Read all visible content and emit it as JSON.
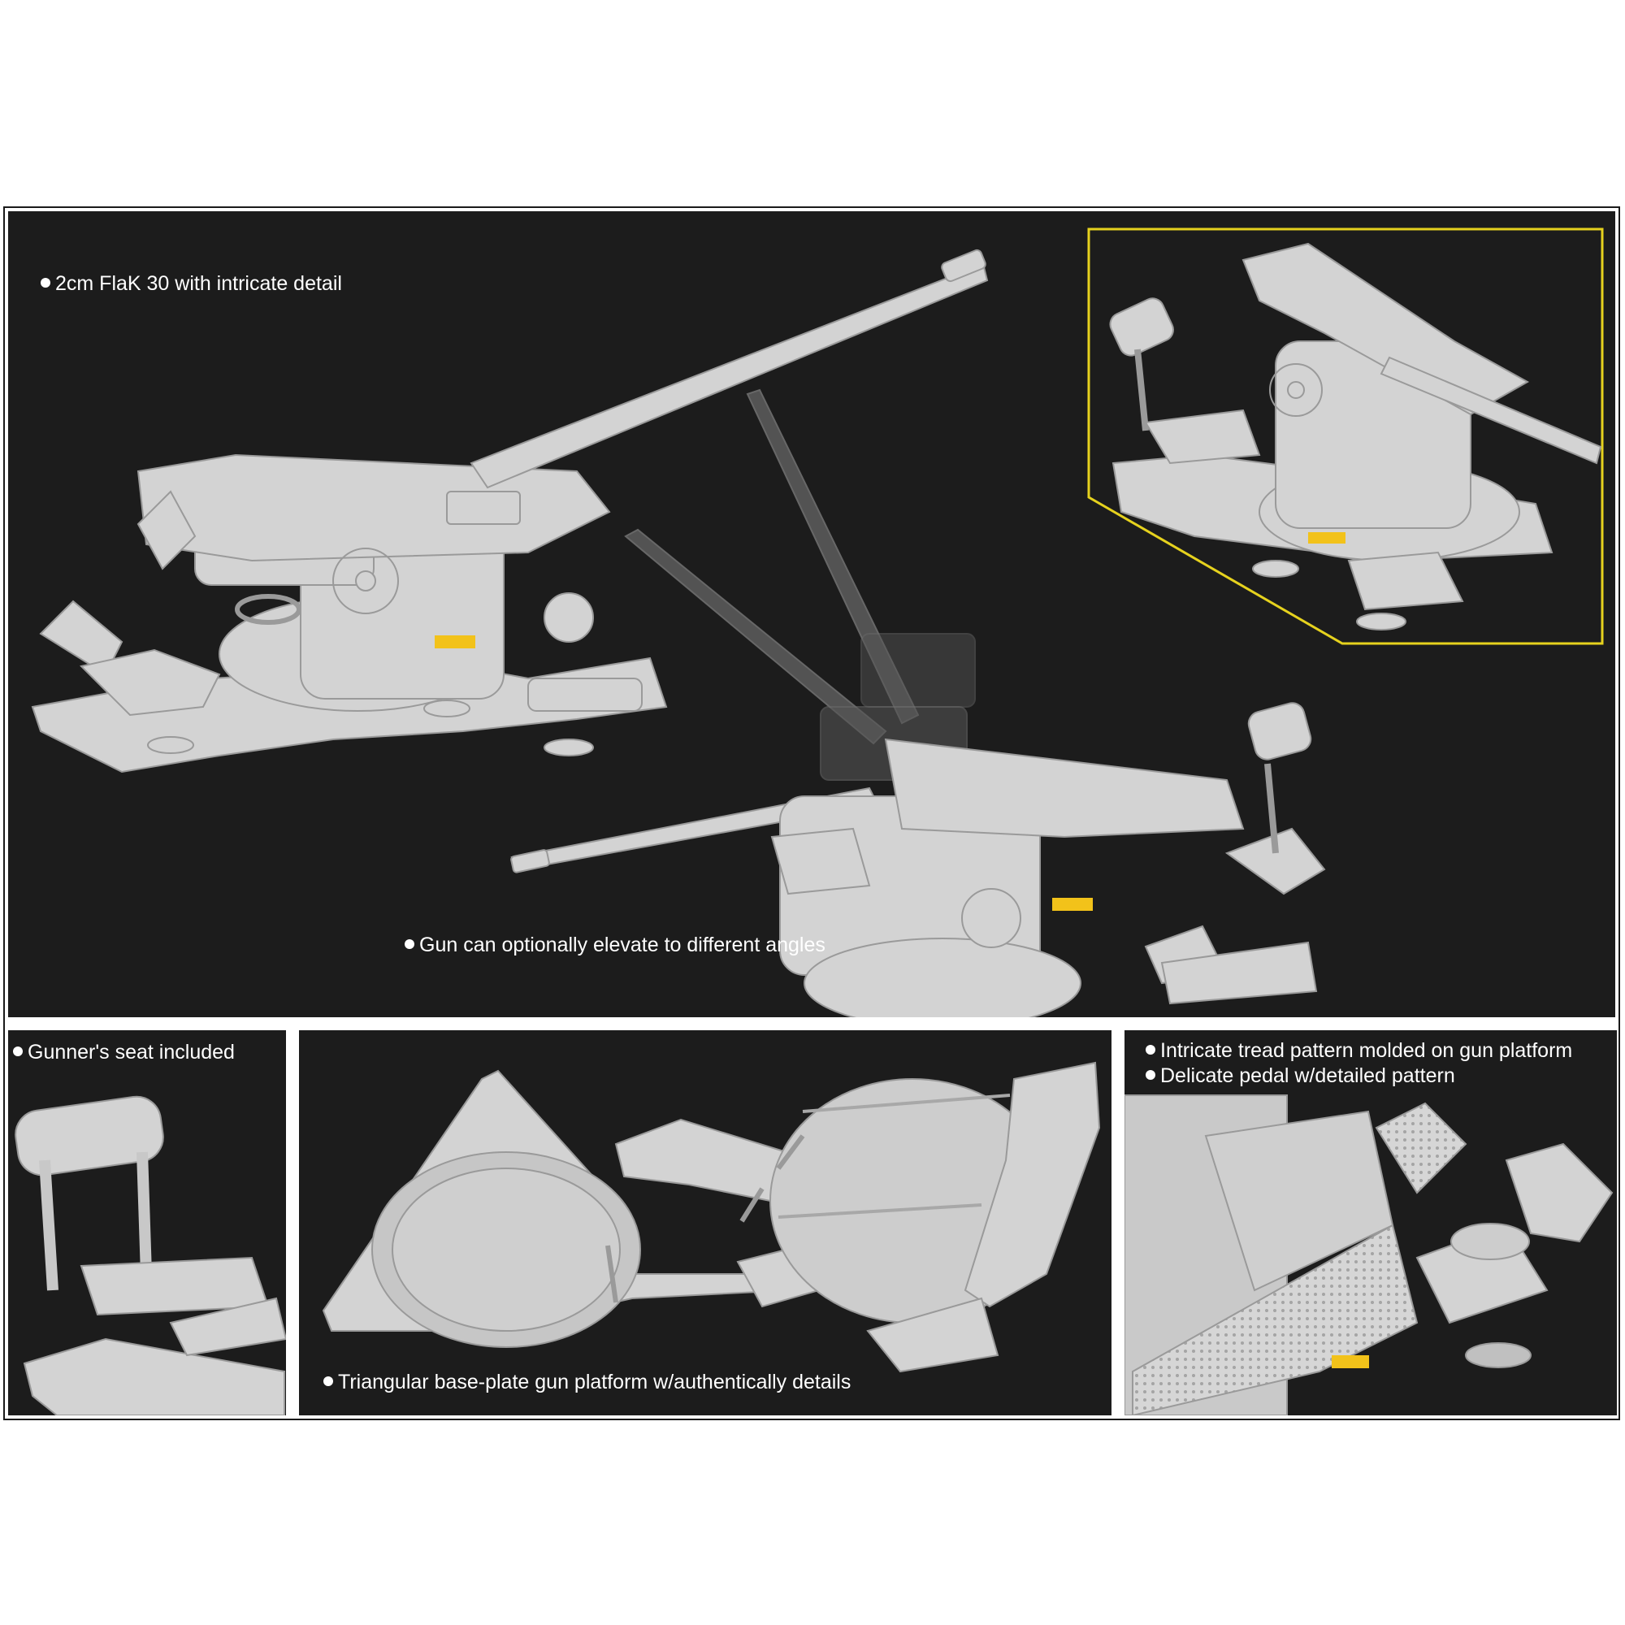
{
  "captions": {
    "main_1": "2cm FlaK 30 with intricate detail",
    "main_2": "Gun can optionally elevate to different angles",
    "seat": "Gunner's seat included",
    "platform": "Triangular base-plate gun platform w/authentically details",
    "tread_1": "Intricate tread pattern molded on gun platform",
    "tread_2": "Delicate pedal w/detailed pattern"
  },
  "colors": {
    "panel_background": "#1c1c1c",
    "model_gray": "#d3d3d3",
    "inset_border": "#e6d21e",
    "marking_yellow": "#f2c21a"
  }
}
